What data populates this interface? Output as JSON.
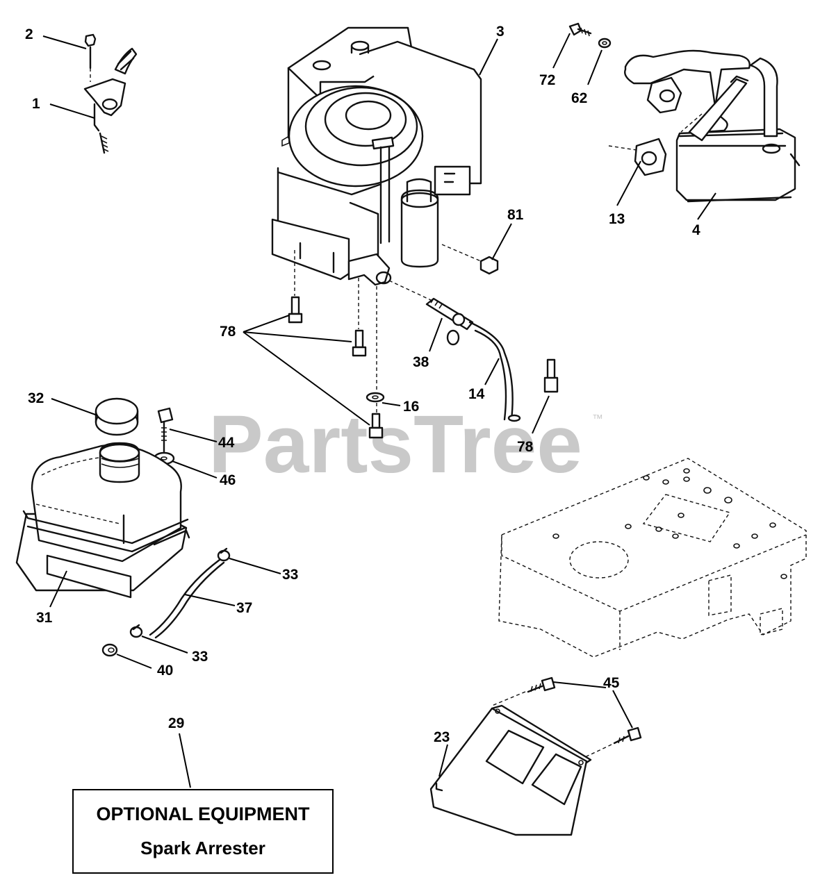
{
  "diagram": {
    "watermark": "PartsTree",
    "trademark": "™",
    "optional_box": {
      "heading": "OPTIONAL EQUIPMENT",
      "item": "Spark Arrester"
    },
    "callouts": {
      "c2": "2",
      "c1": "1",
      "c3": "3",
      "c72": "72",
      "c62": "62",
      "c13": "13",
      "c4": "4",
      "c81": "81",
      "c78a": "78",
      "c38": "38",
      "c14": "14",
      "c16": "16",
      "c78b": "78",
      "c32": "32",
      "c44": "44",
      "c46": "46",
      "c33a": "33",
      "c37": "37",
      "c31": "31",
      "c33b": "33",
      "c40": "40",
      "c29": "29",
      "c45": "45",
      "c23": "23"
    },
    "parts": {
      "throttle_control": "throttle-control",
      "engine": "engine",
      "muffler": "muffler",
      "fuel_tank": "fuel-tank",
      "chassis_plate": "chassis-plate",
      "heat_shield": "heat-shield"
    }
  }
}
